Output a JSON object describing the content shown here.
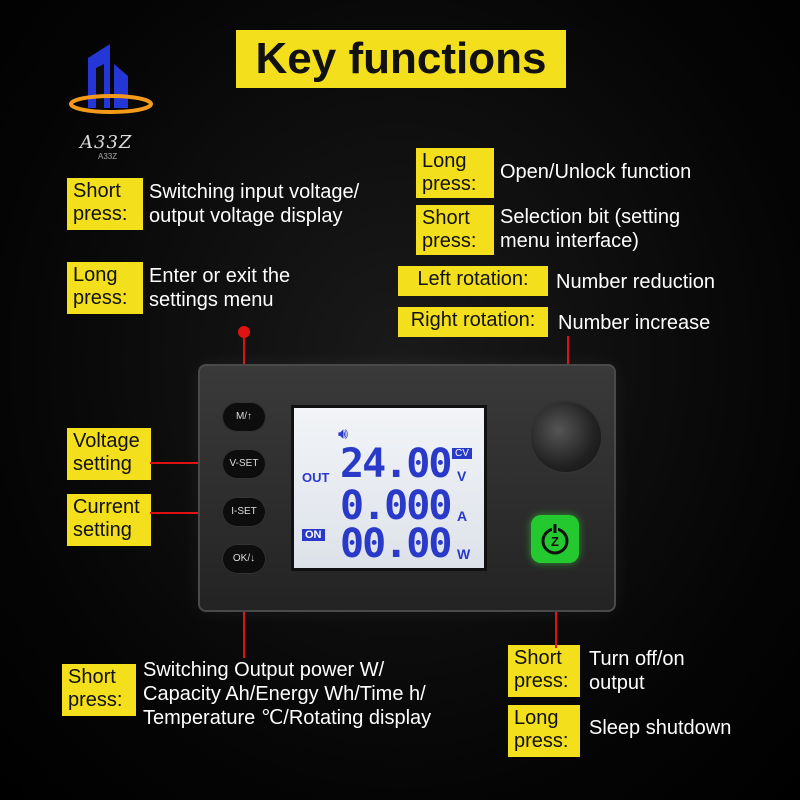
{
  "title": "Key functions",
  "logo": {
    "text": "A33Z",
    "subtext": "A33Z"
  },
  "device": {
    "buttons": [
      "M/↑",
      "V-SET",
      "I-SET",
      "OK/↓"
    ],
    "lcd": {
      "speaker_icon": "speaker-icon",
      "out_label": "OUT",
      "cv_label": "CV",
      "on_label": "ON",
      "voltage": "24.00",
      "voltage_unit": "V",
      "current": "0.000",
      "current_unit": "A",
      "power": "00.00",
      "power_unit": "W"
    },
    "power_button_icon": "power-z-icon"
  },
  "labels": {
    "m_short_tag": "Short\npress:",
    "m_short_desc": "Switching input voltage/\noutput voltage display",
    "m_long_tag": "Long\npress:",
    "m_long_desc": "Enter or exit the\nsettings menu",
    "vset_tag": "Voltage\nsetting",
    "iset_tag": "Current\nsetting",
    "ok_short_tag": "Short\npress:",
    "ok_short_desc": "Switching Output power W/\nCapacity Ah/Energy Wh/Time h/\nTemperature ℃/Rotating display",
    "knob_long_tag": "Long\npress:",
    "knob_long_desc": "Open/Unlock function",
    "knob_short_tag": "Short\npress:",
    "knob_short_desc": "Selection bit (setting\nmenu interface)",
    "left_rot_tag": "Left rotation:",
    "left_rot_desc": "Number reduction",
    "right_rot_tag": "Right rotation:",
    "right_rot_desc": "Number increase",
    "pwr_short_tag": "Short\npress:",
    "pwr_short_desc": "Turn off/on\noutput",
    "pwr_long_tag": "Long\npress:",
    "pwr_long_desc": "Sleep shutdown"
  },
  "colors": {
    "tag_yellow": "#f3df1c",
    "wire_red": "#dd1111",
    "lcd_blue": "#2a3ac8",
    "power_green": "#24c92f"
  }
}
